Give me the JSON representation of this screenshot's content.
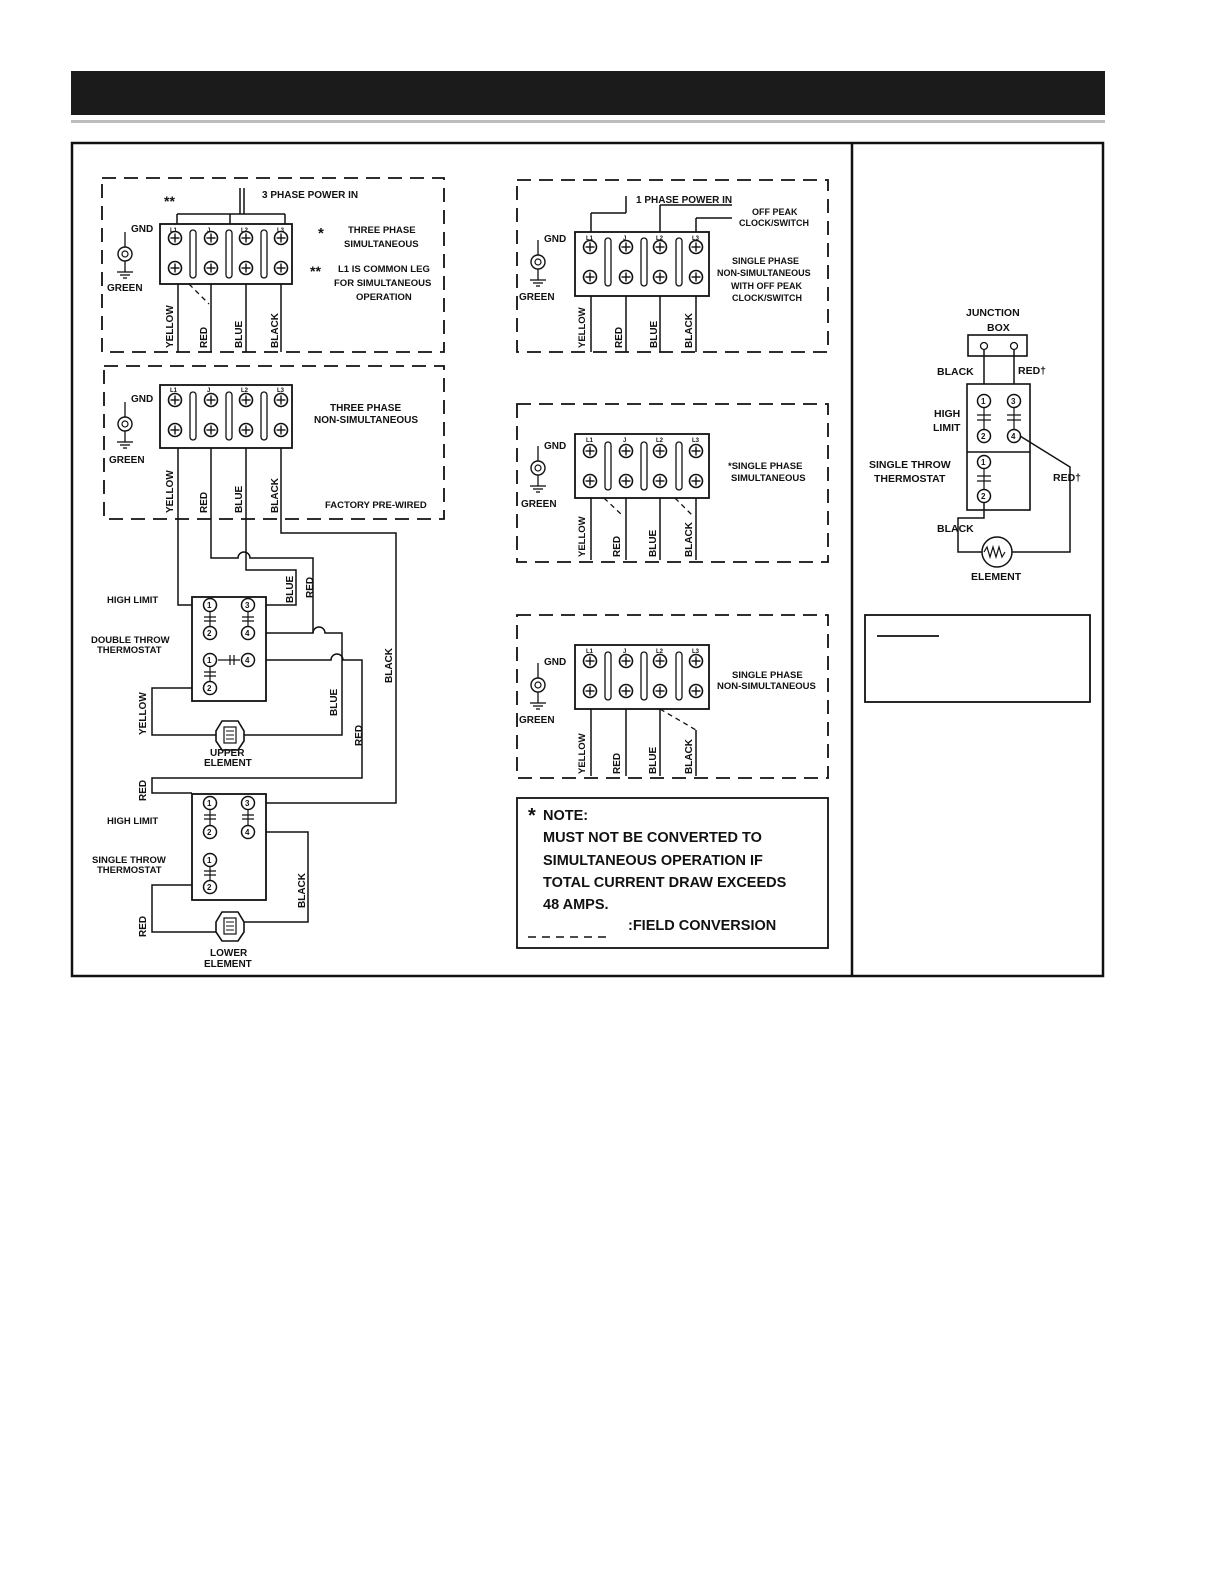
{
  "common": {
    "power_3phase": "3 PHASE POWER IN",
    "power_1phase": "1 PHASE POWER IN",
    "gnd": "GND",
    "green": "GREEN",
    "yellow": "YELLOW",
    "red": "RED",
    "blue": "BLUE",
    "black": "BLACK",
    "terminal_labels": [
      "L1",
      "J",
      "L2",
      "L3"
    ],
    "terminal_labels_alt": [
      "L1",
      "J",
      "L2",
      "L3"
    ]
  },
  "panel_a": {
    "star_double": "**",
    "star": "*",
    "three_phase": "THREE PHASE",
    "simultaneous": "SIMULTANEOUS",
    "l1_common_leg": "L1 IS COMMON LEG",
    "for_simultaneous": "FOR SIMULTANEOUS",
    "operation": "OPERATION"
  },
  "panel_b": {
    "three_phase": "THREE PHASE",
    "non_simultaneous": "NON-SIMULTANEOUS",
    "factory_prewired": "FACTORY PRE-WIRED"
  },
  "panel_c": {
    "off_peak": "OFF PEAK",
    "clock_switch": "CLOCK/SWITCH",
    "single_phase": "SINGLE PHASE",
    "non_simultaneous": "NON-SIMULTANEOUS",
    "with_off_peak": "WITH OFF PEAK",
    "clock_switch2": "CLOCK/SWITCH"
  },
  "panel_d": {
    "single_phase": "*SINGLE PHASE",
    "simultaneous": "SIMULTANEOUS"
  },
  "panel_e": {
    "single_phase": "SINGLE PHASE",
    "non_simultaneous": "NON-SIMULTANEOUS"
  },
  "thermostats": {
    "high_limit": "HIGH LIMIT",
    "double_throw_1": "DOUBLE THROW",
    "double_throw_2": "THERMOSTAT",
    "single_throw_1": "SINGLE THROW",
    "single_throw_2": "THERMOSTAT",
    "upper_1": "UPPER",
    "upper_2": "ELEMENT",
    "lower_1": "LOWER",
    "lower_2": "ELEMENT",
    "terminal_numbers": [
      "1",
      "2",
      "3",
      "4"
    ]
  },
  "note": {
    "star": "*",
    "title": "NOTE:",
    "line1": "MUST NOT BE CONVERTED TO",
    "line2": "SIMULTANEOUS OPERATION IF",
    "line3": "TOTAL CURRENT DRAW EXCEEDS",
    "line4": "48 AMPS.",
    "field_conversion": ":FIELD CONVERSION"
  },
  "right_panel": {
    "junction_1": "JUNCTION",
    "junction_2": "BOX",
    "black": "BLACK",
    "red_dagger": "RED†",
    "high": "HIGH",
    "limit": "LIMIT",
    "single_throw": "SINGLE THROW",
    "thermostat": "THERMOSTAT",
    "element": "ELEMENT"
  }
}
